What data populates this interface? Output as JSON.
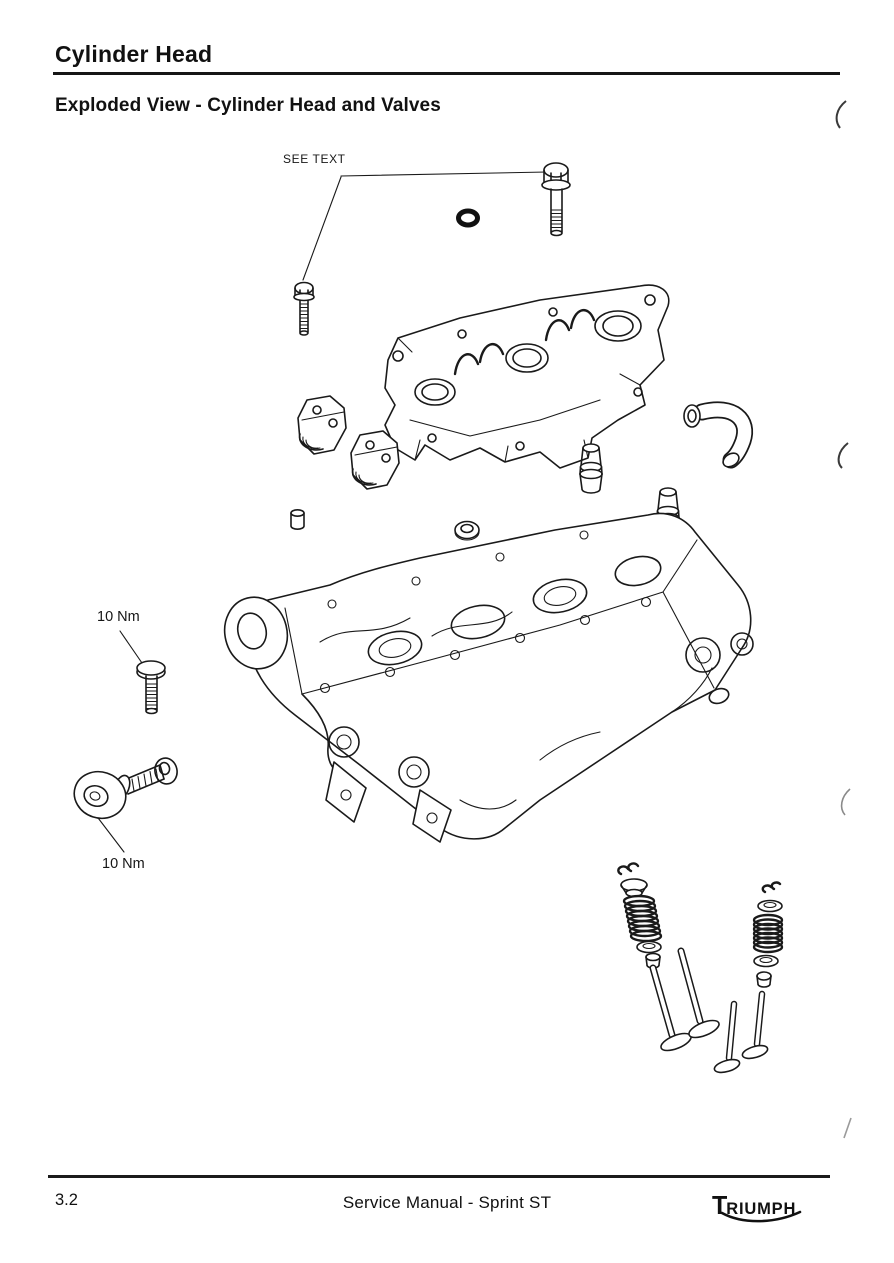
{
  "header": {
    "title": "Cylinder Head",
    "subtitle": "Exploded View - Cylinder Head and Valves"
  },
  "diagram": {
    "labels": {
      "see_text": "SEE TEXT",
      "torque_upper": "10 Nm",
      "torque_lower": "10 Nm"
    }
  },
  "footer": {
    "page_number": "3.2",
    "doc_title": "Service Manual - Sprint ST",
    "brand_initial": "T",
    "brand_rest": "RIUMPH"
  }
}
